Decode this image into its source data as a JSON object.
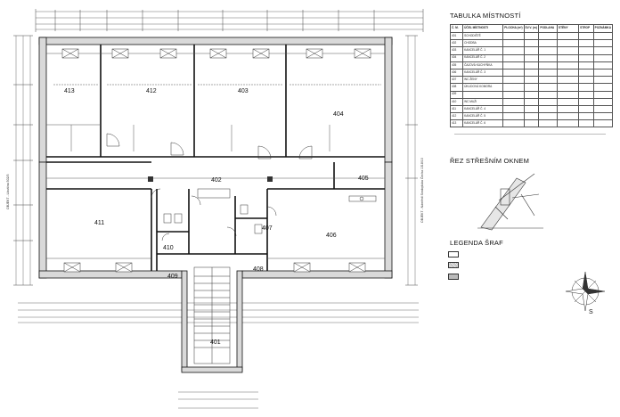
{
  "rooms": {
    "r401": "401",
    "r402": "402",
    "r403": "403",
    "r404": "404",
    "r405": "405",
    "r406": "406",
    "r407": "407",
    "r408": "408",
    "r409": "409",
    "r410": "410",
    "r411": "411",
    "r412": "412",
    "r413": "413"
  },
  "side_labels": {
    "left": "OBJEKT - Libušina 502/3",
    "right": "OBJEKT - Náměstí Svatopluka Čecha 1318/10"
  },
  "table": {
    "title": "TABULKA MÍSTNOSTÍ",
    "headers": [
      "Č. M.",
      "ÚČEL MÍSTNOSTI",
      "PLOCHA (m²)",
      "SV.V. (m)",
      "PODLAHA",
      "STĚNY",
      "STROP",
      "POZNÁMKA"
    ],
    "rows": [
      [
        "401",
        "SCHODIŠTĚ",
        "",
        "",
        "",
        "",
        "",
        ""
      ],
      [
        "402",
        "CHODBA",
        "",
        "",
        "",
        "",
        "",
        ""
      ],
      [
        "403",
        "KANCELÁŘ Č. 1",
        "",
        "",
        "",
        "",
        "",
        ""
      ],
      [
        "404",
        "KANCELÁŘ Č. 2",
        "",
        "",
        "",
        "",
        "",
        ""
      ],
      [
        "405",
        "ČAJOVÁ KUCHYŇKA",
        "",
        "",
        "",
        "",
        "",
        ""
      ],
      [
        "406",
        "KANCELÁŘ Č. 3",
        "",
        "",
        "",
        "",
        "",
        ""
      ],
      [
        "407",
        "WC ŽENY",
        "",
        "",
        "",
        "",
        "",
        ""
      ],
      [
        "408",
        "ÚKLIDOVÁ KOMORA",
        "",
        "",
        "",
        "",
        "",
        ""
      ],
      [
        "409",
        "",
        "",
        "",
        "",
        "",
        "",
        ""
      ],
      [
        "410",
        "WC MUŽI",
        "",
        "",
        "",
        "",
        "",
        ""
      ],
      [
        "411",
        "KANCELÁŘ Č. 4",
        "",
        "",
        "",
        "",
        "",
        ""
      ],
      [
        "412",
        "KANCELÁŘ Č. 5",
        "",
        "",
        "",
        "",
        "",
        ""
      ],
      [
        "413",
        "KANCELÁŘ Č. 6",
        "",
        "",
        "",
        "",
        "",
        ""
      ]
    ]
  },
  "section": {
    "title": "ŘEZ STŘEŠNÍM OKNEM"
  },
  "legend": {
    "title": "LEGENDA ŠRAF",
    "items": [
      "",
      "",
      ""
    ]
  },
  "compass": {
    "south": "S"
  }
}
